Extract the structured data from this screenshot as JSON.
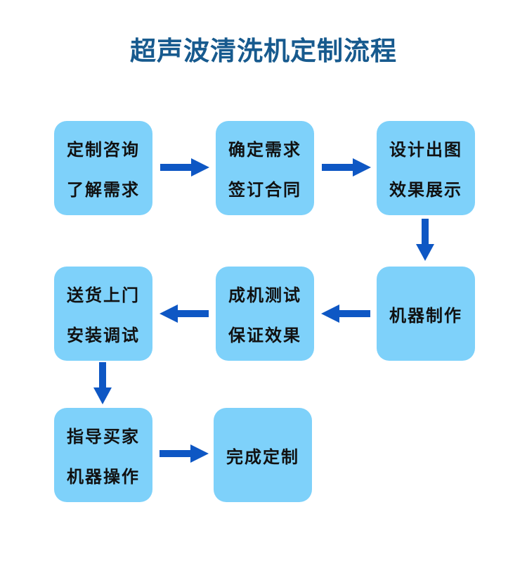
{
  "title": "超声波清洗机定制流程",
  "colors": {
    "box_fill": "#7ed1fa",
    "arrow": "#0e57c4",
    "title": "#175a8e",
    "box_text": "#111111",
    "background": "#ffffff"
  },
  "nodes": [
    {
      "id": "consult",
      "lines": [
        "定制咨询",
        "了解需求"
      ]
    },
    {
      "id": "confirm",
      "lines": [
        "确定需求",
        "签订合同"
      ]
    },
    {
      "id": "design",
      "lines": [
        "设计出图",
        "效果展示"
      ]
    },
    {
      "id": "build",
      "lines": [
        "机器制作"
      ]
    },
    {
      "id": "test",
      "lines": [
        "成机测试",
        "保证效果"
      ]
    },
    {
      "id": "deliver",
      "lines": [
        "送货上门",
        "安装调试"
      ]
    },
    {
      "id": "train",
      "lines": [
        "指导买家",
        "机器操作"
      ]
    },
    {
      "id": "complete",
      "lines": [
        "完成定制"
      ]
    }
  ],
  "flow_directions": [
    "right",
    "right",
    "down",
    "left",
    "left",
    "down",
    "right"
  ]
}
